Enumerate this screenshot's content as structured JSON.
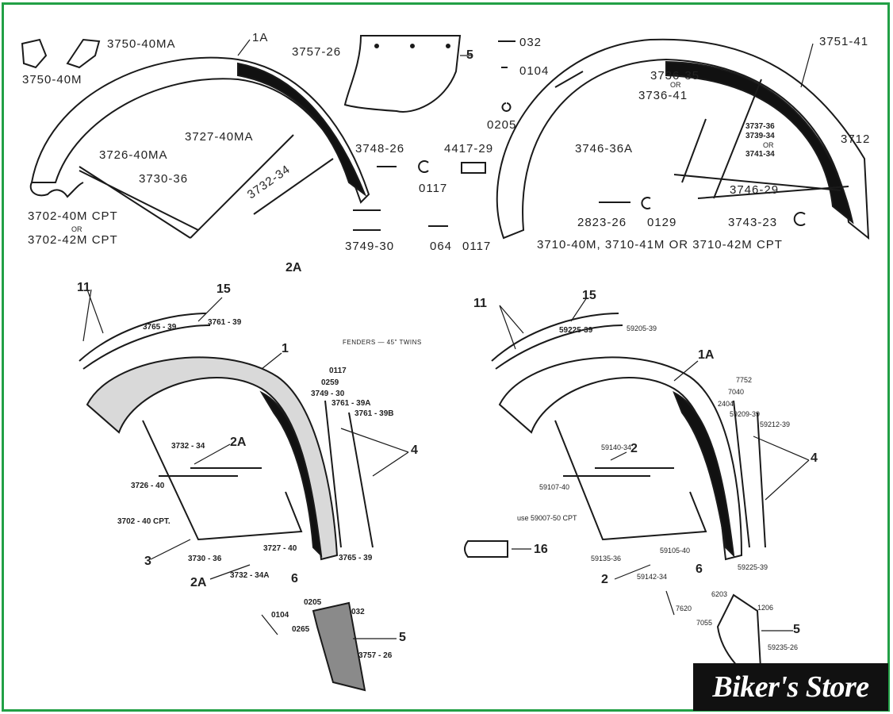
{
  "colors": {
    "frame": "#22a046",
    "ink": "#1a1a1a",
    "store_bg": "#111111"
  },
  "top_left": {
    "ref": "1A",
    "labels": [
      "3750-40MA",
      "3750-40M",
      "3727-40MA",
      "3726-40MA",
      "3730-36",
      "3732-34",
      "3702-40M CPT",
      "OR",
      "3702-42M CPT",
      "2A"
    ]
  },
  "top_middle": {
    "flap_part": "3757-26",
    "flap_ref": "5",
    "hardware": [
      "032",
      "0104",
      "0205",
      "3748-26",
      "4417-29",
      "0117",
      "3749-30",
      "064",
      "0117"
    ]
  },
  "top_right": {
    "labels": [
      "3751-41",
      "3736-35",
      "OR",
      "3736-41",
      "3746-36A",
      "3737-36",
      "3739-34",
      "OR",
      "3741-34",
      "3712",
      "3746-29",
      "2823-26",
      "0129",
      "3743-23"
    ],
    "caption": "3710-40M, 3710-41M OR 3710-42M CPT"
  },
  "bottom_left": {
    "title": "FENDERS — 45\" TWINS",
    "refs": [
      "11",
      "15",
      "1",
      "2A",
      "4",
      "3",
      "2A",
      "6",
      "5"
    ],
    "parts": [
      "3765 - 39",
      "3761 - 39",
      "0117",
      "0259",
      "3749 - 30",
      "3761 - 39A",
      "3761 - 39B",
      "3732 - 34",
      "3726 - 40",
      "3702 - 40  CPT.",
      "3730 - 36",
      "3727 - 40",
      "3765 - 39",
      "3732 - 34A",
      "0104",
      "0205",
      "0265",
      "032",
      "3757 - 26"
    ]
  },
  "bottom_right": {
    "refs": [
      "11",
      "15",
      "1A",
      "2",
      "4",
      "2",
      "6",
      "5",
      "16"
    ],
    "parts": [
      "59225-39",
      "59205-39",
      "7752",
      "7040",
      "2404",
      "59209-39",
      "59212-39",
      "59140-34",
      "59107-40",
      "use  59007-50 CPT",
      "59135-36",
      "59105-40",
      "59142-34",
      "59225-39",
      "6203",
      "7620",
      "7055",
      "1206",
      "59235-26"
    ]
  },
  "store": {
    "name": "Biker's Store"
  }
}
